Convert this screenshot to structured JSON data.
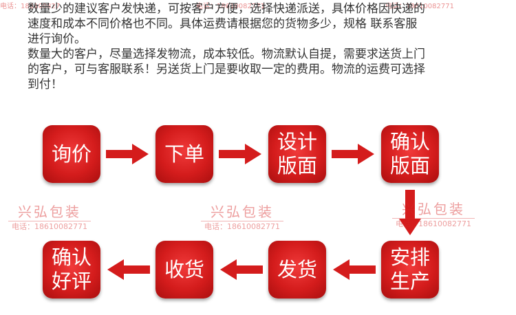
{
  "intro": {
    "paragraph_1": "数量少的建议客户发快递，可按客户方便，选择快递派送，具体价格因快递的\n速度和成本不同价格也不同。具体运费请根据您的货物多少，规格  联系客服\n进行询价。",
    "paragraph_2": "数量大的客户，尽量选择发物流，成本较低。物流默认自提，需要求送货上门\n的客户，可与客服联系！另送货上门是要收取一定的费用。物流的运费可选择\n到付！"
  },
  "flow": {
    "row_1": [
      "询价",
      "下单",
      "设计\n版面",
      "确认\n版面"
    ],
    "row_2": [
      "安排\n生产",
      "发货",
      "收货",
      "确认\n好评"
    ]
  },
  "watermark": {
    "brand": "兴弘包装",
    "phone": "电话：18610082771",
    "top_strip": [
      "电话：186100827",
      "电话：18610082771",
      "电话：18610082771"
    ]
  },
  "colors": {
    "step_red": "#d41c1c",
    "text": "#333333",
    "watermark": "#d72828"
  }
}
